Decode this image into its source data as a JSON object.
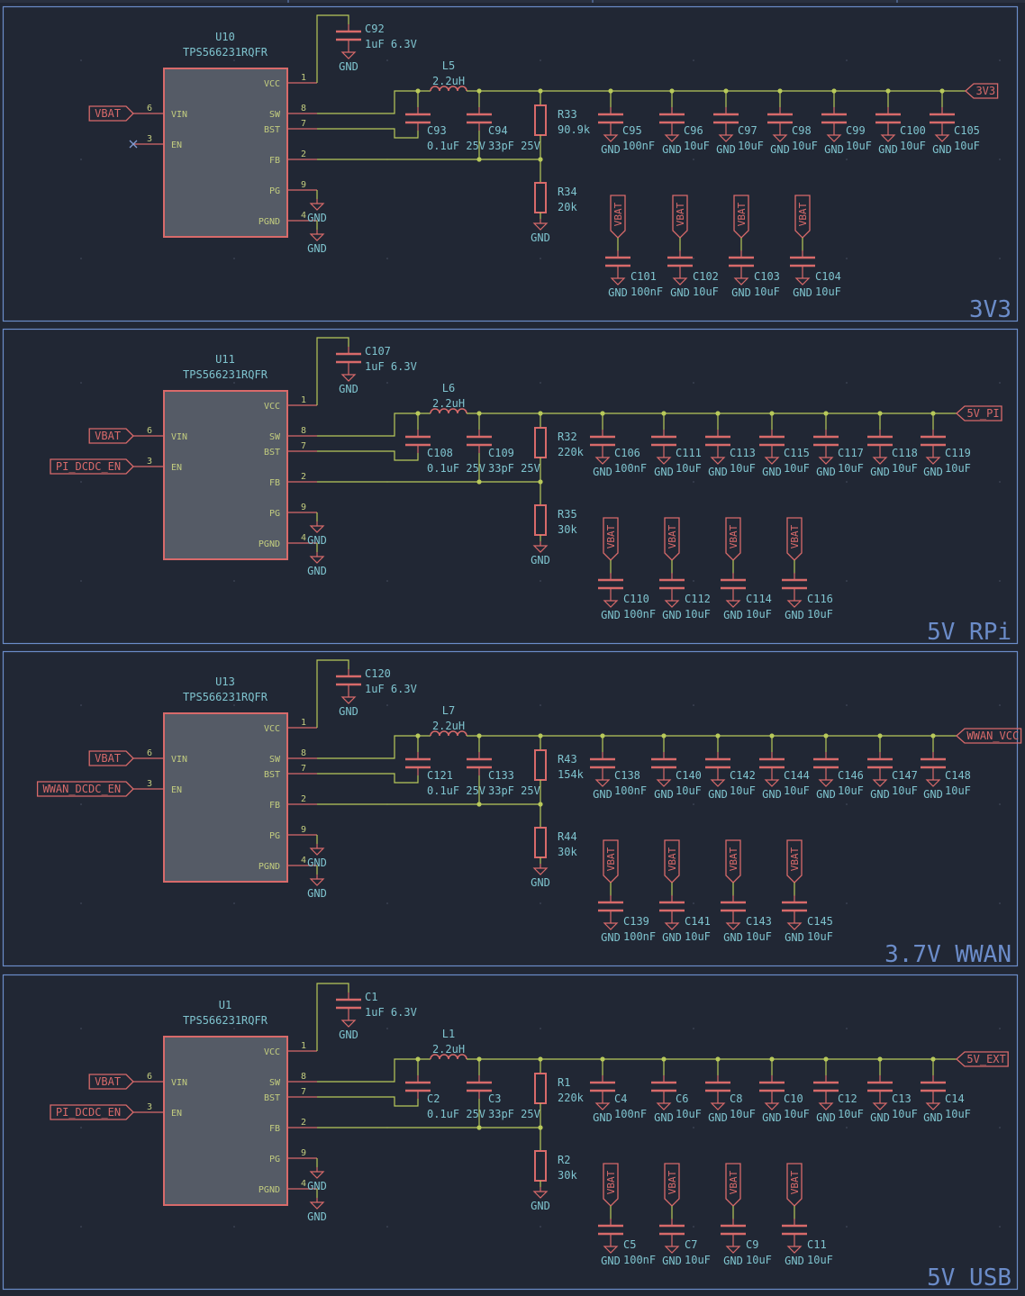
{
  "colors": {
    "background": "#212734",
    "border": "#6b8cc9",
    "wire": "#b8c95a",
    "component": "#d86a6a",
    "chip_fill": "#555b66",
    "text": "#7fc4cf",
    "pin_text": "#c3cd7f",
    "net_label": "#d86a6a",
    "title": "#6b8cc9"
  },
  "common": {
    "chip_part": "TPS566231RQFR",
    "vbat": "VBAT",
    "gnd": "GND",
    "inductor_value": "2.2uH",
    "cvcc_value": "1uF 6.3V",
    "cbst_value": "0.1uF 25V",
    "cff_value": "33pF 25V",
    "pins": {
      "vcc": "VCC",
      "sw": "SW",
      "bst": "BST",
      "fb": "FB",
      "pg": "PG",
      "pgnd": "PGND",
      "vin": "VIN",
      "en": "EN",
      "n_vcc": "1",
      "n_sw": "8",
      "n_bst": "7",
      "n_fb": "2",
      "n_pg": "9",
      "n_pgnd": "4",
      "n_vin": "6",
      "n_en": "3"
    }
  },
  "sections": [
    {
      "title": "3V3",
      "chip_ref": "U10",
      "en_label": "",
      "en_no_connect": true,
      "cvcc_ref": "C92",
      "inductor_ref": "L5",
      "cbst_ref": "C93",
      "cff_ref": "C94",
      "rtop_ref": "R33",
      "rtop_val": "90.9k",
      "rbot_ref": "R34",
      "rbot_val": "20k",
      "out_label": "3V3",
      "out_caps": [
        {
          "ref": "C95",
          "val": "100nF"
        },
        {
          "ref": "C96",
          "val": "10uF"
        },
        {
          "ref": "C97",
          "val": "10uF"
        },
        {
          "ref": "C98",
          "val": "10uF"
        },
        {
          "ref": "C99",
          "val": "10uF"
        },
        {
          "ref": "C100",
          "val": "10uF"
        },
        {
          "ref": "C105",
          "val": "10uF"
        }
      ],
      "in_caps": [
        {
          "ref": "C101",
          "val": "100nF"
        },
        {
          "ref": "C102",
          "val": "10uF"
        },
        {
          "ref": "C103",
          "val": "10uF"
        },
        {
          "ref": "C104",
          "val": "10uF"
        }
      ]
    },
    {
      "title": "5V RPi",
      "chip_ref": "U11",
      "en_label": "PI_DCDC_EN",
      "en_no_connect": false,
      "cvcc_ref": "C107",
      "inductor_ref": "L6",
      "cbst_ref": "C108",
      "cff_ref": "C109",
      "rtop_ref": "R32",
      "rtop_val": "220k",
      "rbot_ref": "R35",
      "rbot_val": "30k",
      "out_label": "5V_PI",
      "out_caps": [
        {
          "ref": "C106",
          "val": "100nF"
        },
        {
          "ref": "C111",
          "val": "10uF"
        },
        {
          "ref": "C113",
          "val": "10uF"
        },
        {
          "ref": "C115",
          "val": "10uF"
        },
        {
          "ref": "C117",
          "val": "10uF"
        },
        {
          "ref": "C118",
          "val": "10uF"
        },
        {
          "ref": "C119",
          "val": "10uF"
        }
      ],
      "in_caps": [
        {
          "ref": "C110",
          "val": "100nF"
        },
        {
          "ref": "C112",
          "val": "10uF"
        },
        {
          "ref": "C114",
          "val": "10uF"
        },
        {
          "ref": "C116",
          "val": "10uF"
        }
      ]
    },
    {
      "title": "3.7V WWAN",
      "chip_ref": "U13",
      "en_label": "WWAN_DCDC_EN",
      "en_no_connect": false,
      "cvcc_ref": "C120",
      "inductor_ref": "L7",
      "cbst_ref": "C121",
      "cff_ref": "C133",
      "rtop_ref": "R43",
      "rtop_val": "154k",
      "rbot_ref": "R44",
      "rbot_val": "30k",
      "out_label": "WWAN_VCC",
      "out_caps": [
        {
          "ref": "C138",
          "val": "100nF"
        },
        {
          "ref": "C140",
          "val": "10uF"
        },
        {
          "ref": "C142",
          "val": "10uF"
        },
        {
          "ref": "C144",
          "val": "10uF"
        },
        {
          "ref": "C146",
          "val": "10uF"
        },
        {
          "ref": "C147",
          "val": "10uF"
        },
        {
          "ref": "C148",
          "val": "10uF"
        }
      ],
      "in_caps": [
        {
          "ref": "C139",
          "val": "100nF"
        },
        {
          "ref": "C141",
          "val": "10uF"
        },
        {
          "ref": "C143",
          "val": "10uF"
        },
        {
          "ref": "C145",
          "val": "10uF"
        }
      ]
    },
    {
      "title": "5V USB",
      "chip_ref": "U1",
      "en_label": "PI_DCDC_EN",
      "en_no_connect": false,
      "cvcc_ref": "C1",
      "inductor_ref": "L1",
      "cbst_ref": "C2",
      "cff_ref": "C3",
      "rtop_ref": "R1",
      "rtop_val": "220k",
      "rbot_ref": "R2",
      "rbot_val": "30k",
      "out_label": "5V_EXT",
      "out_caps": [
        {
          "ref": "C4",
          "val": "100nF"
        },
        {
          "ref": "C6",
          "val": "10uF"
        },
        {
          "ref": "C8",
          "val": "10uF"
        },
        {
          "ref": "C10",
          "val": "10uF"
        },
        {
          "ref": "C12",
          "val": "10uF"
        },
        {
          "ref": "C13",
          "val": "10uF"
        },
        {
          "ref": "C14",
          "val": "10uF"
        }
      ],
      "in_caps": [
        {
          "ref": "C5",
          "val": "100nF"
        },
        {
          "ref": "C7",
          "val": "10uF"
        },
        {
          "ref": "C9",
          "val": "10uF"
        },
        {
          "ref": "C11",
          "val": "10uF"
        }
      ]
    }
  ]
}
